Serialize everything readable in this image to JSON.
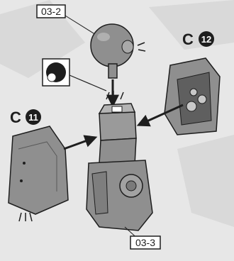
{
  "callouts": {
    "top_part": "03-2",
    "bottom_part": "03-3"
  },
  "parts": {
    "right": {
      "letter": "C",
      "number": "12"
    },
    "left": {
      "letter": "C",
      "number": "11"
    }
  },
  "colors": {
    "background": "#e7e7e7",
    "part_fill": "#8f8f8f",
    "ink": "#1e1e1e"
  }
}
